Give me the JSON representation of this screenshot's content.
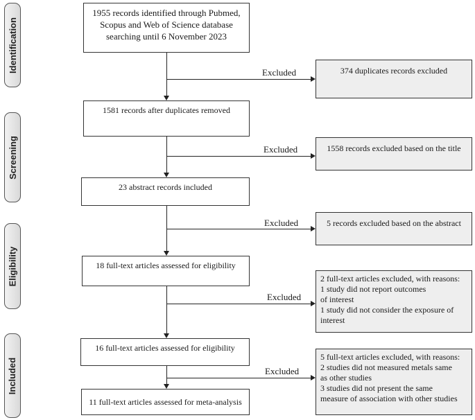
{
  "stages": {
    "identification": "Identification",
    "screening": "Screening",
    "eligibility": "Eligibility",
    "included": "Included"
  },
  "boxes": {
    "identified": [
      "1955 records identified through Pubmed,",
      "Scopus and Web of Science database",
      "searching until 6 November 2023"
    ],
    "after_duplicates": "1581 records after duplicates removed",
    "abstracts": "23 abstract records included",
    "fulltext_18": "18 full-text articles assessed for eligibility",
    "fulltext_16": "16 full-text articles assessed for eligibility",
    "meta": "11 full-text articles assessed for meta-analysis"
  },
  "excluded_label": "Excluded",
  "exclusions": {
    "duplicates": "374 duplicates records excluded",
    "title": "1558 records excluded based on the title",
    "abstract": "5 records excluded based on the abstract",
    "fulltext_2": [
      "2 full-text articles excluded, with reasons:",
      "1 study did not report outcomes",
      "of interest",
      "1 study did not consider the exposure of",
      "interest"
    ],
    "fulltext_5": [
      "5 full-text articles excluded, with reasons:",
      "2 studies did not measured metals same",
      "as other studies",
      "3 studies did not present the same",
      "measure of association with other studies"
    ]
  }
}
